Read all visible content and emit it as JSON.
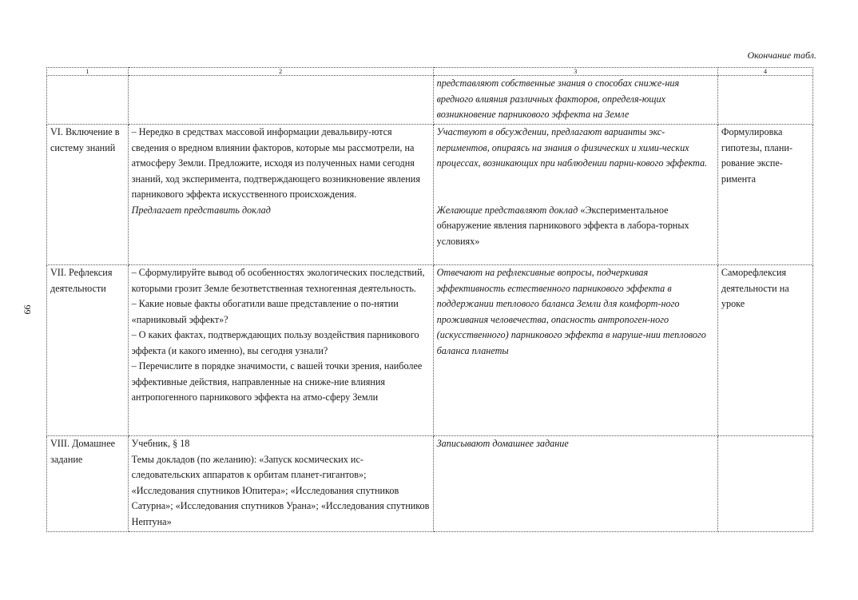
{
  "continuation_label": "Окончание табл.",
  "page_number": "99",
  "columns": [
    "1",
    "2",
    "3",
    "4"
  ],
  "rows": [
    {
      "stage": "",
      "teacher": [],
      "students": [
        "представляют собственные знания о способах сниже-ния вредного влияния различных факторов, определя-ющих возникновение парникового эффекта на Земле"
      ],
      "result": ""
    },
    {
      "stage": "VI. Включение в систему знаний",
      "teacher": [
        "– Нередко в средствах массовой информации девальвиру-ются сведения о вредном влиянии факторов, которые мы рассмотрели, на атмосферу Земли. Предложите, исходя из полученных нами сегодня знаний, ход эксперимента, подтверждающего возникновение явления парникового эффекта искусственного происхождения."
      ],
      "teacher_italic": "Предлагает представить доклад",
      "students": [
        "Участвуют в обсуждении, предлагают варианты экс-периментов, опираясь на знания о физических и хими-ческих процессах, возникающих при наблюдении парни-кового эффекта."
      ],
      "students_extra_prefix": "Желающие представляют доклад ",
      "students_extra": "«Экспериментальное обнаружение явления парникового эффекта в лабора-торных условиях»",
      "result": "Формулировка гипотезы, плани-рование экспе-римента"
    },
    {
      "stage": "VII. Рефлексия деятельности",
      "teacher": [
        "– Сформулируйте вывод об особенностях экологических последствий, которыми грозит Земле безответственная техногенная деятельность.",
        "– Какие новые факты обогатили ваше представление о по-нятии «парниковый эффект»?",
        "– О каких фактах, подтверждающих пользу воздействия парникового эффекта (и какого именно), вы сегодня узнали?",
        "– Перечислите в порядке значимости, с вашей точки зрения, наиболее эффективные действия, направленные на сниже-ние влияния антропогенного парникового эффекта на атмо-сферу Земли"
      ],
      "students": [
        "Отвечают на рефлексивные вопросы, подчеркивая эффективность естественного парникового эффекта в поддержании теплового баланса Земли для комфорт-ного проживания человечества, опасность антропоген-ного (искусственного) парникового эффекта в наруше-нии теплового баланса планеты"
      ],
      "result": "Саморефлексия деятельности на уроке"
    },
    {
      "stage": "VIII. Домашнее задание",
      "teacher": [
        "Учебник, § 18",
        "Темы докладов (по желанию): «Запуск космических ис-следовательских аппаратов к орбитам планет-гигантов»; «Исследования спутников Юпитера»; «Исследования спутников Сатурна»; «Исследования спутников Урана»; «Исследования спутников Нептуна»"
      ],
      "students": [
        "Записывают домашнее задание"
      ],
      "result": ""
    }
  ]
}
